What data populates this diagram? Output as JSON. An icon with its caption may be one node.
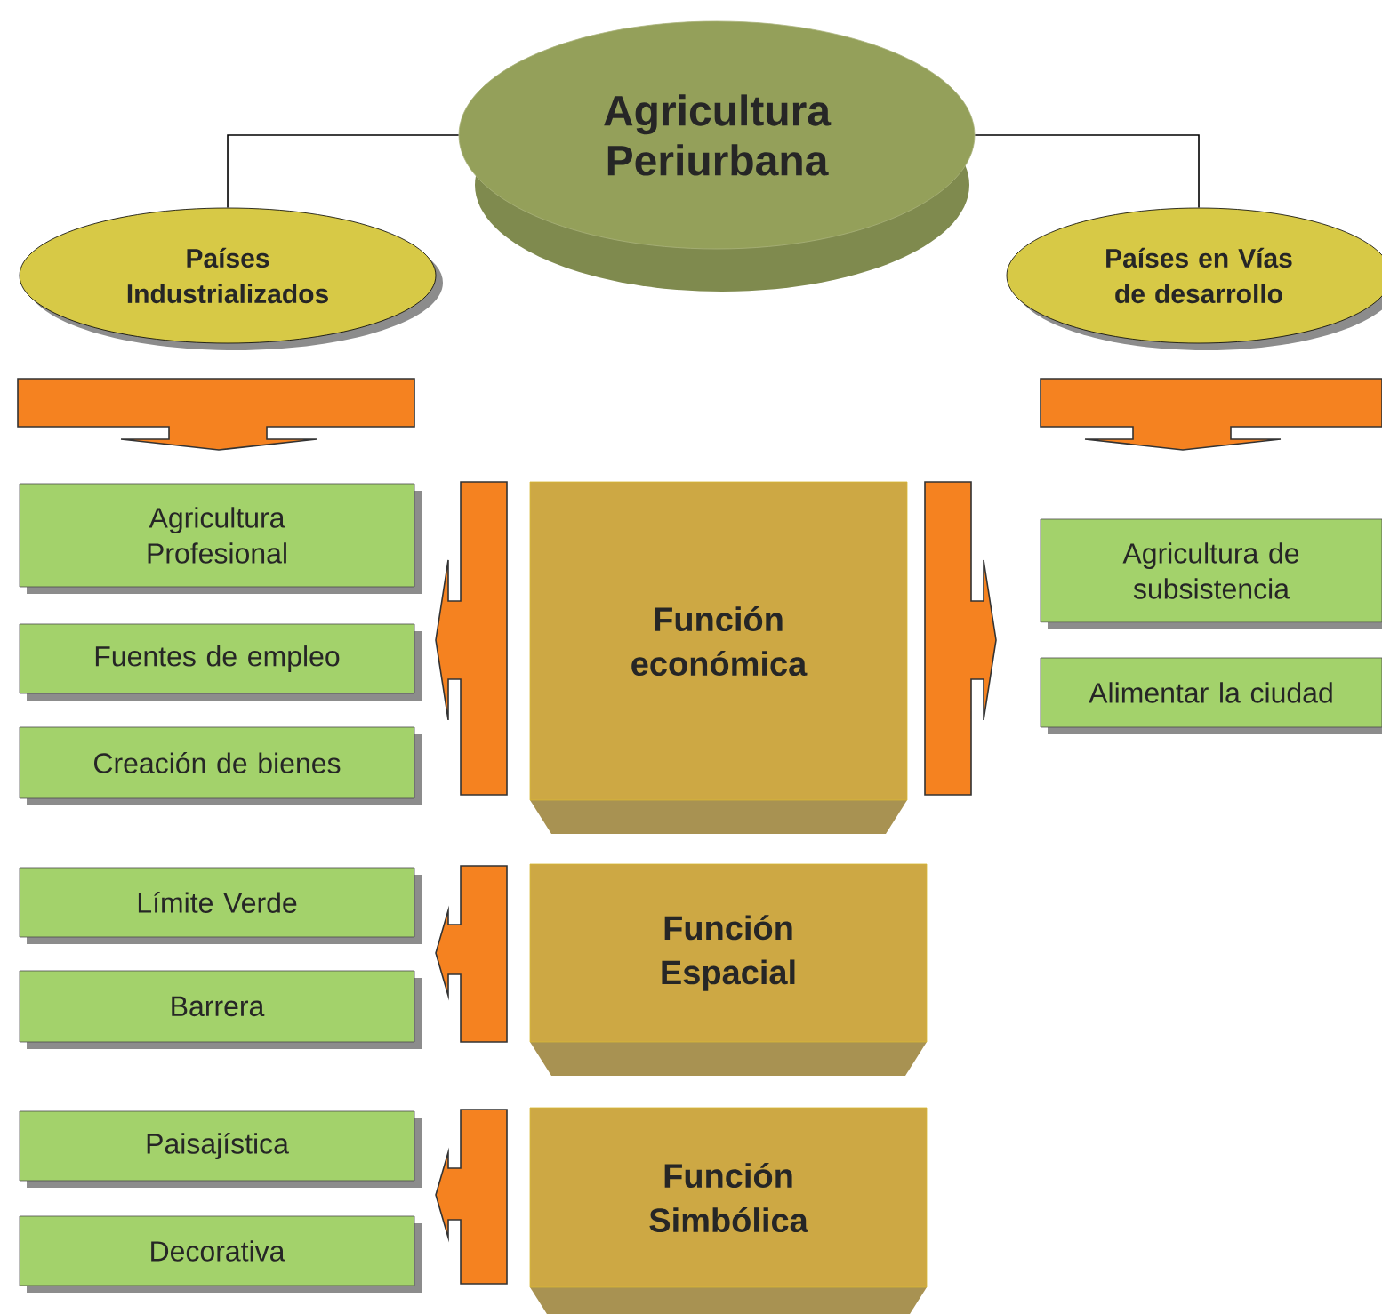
{
  "diagram": {
    "nodes": [
      {
        "text": [
          "Agricultura Periurbana"
        ]
      },
      {
        "text": [
          "Países Industrializados"
        ]
      },
      {
        "text": [
          "Países en Vías de desarrollo"
        ]
      },
      {
        "text": [
          "Agricultura Profesional"
        ]
      },
      {
        "text": [
          "Fuentes de empleo"
        ]
      },
      {
        "text": [
          "Creación de bienes"
        ]
      },
      {
        "text": [
          "Función económica"
        ]
      },
      {
        "text": [
          "Agricultura de subsistencia"
        ]
      },
      {
        "text": [
          "Alimentar la ciudad"
        ]
      },
      {
        "text": [
          "Límite Verde"
        ]
      },
      {
        "text": [
          "Barrera"
        ]
      },
      {
        "text": [
          "Función Espacial"
        ]
      },
      {
        "text": [
          "Paisajística"
        ]
      },
      {
        "text": [
          "Decorativa"
        ]
      },
      {
        "text": [
          "Función Simbólica"
        ]
      }
    ],
    "edges": [
      {
        "from": 0,
        "to": 1,
        "arrow": "none"
      },
      {
        "from": 0,
        "to": 2,
        "arrow": "none"
      },
      {
        "from": 1,
        "to": null,
        "arrow": "to"
      },
      {
        "from": 2,
        "to": null,
        "arrow": "to"
      },
      {
        "from": 6,
        "to": null,
        "arrow": "to"
      },
      {
        "from": 6,
        "to": null,
        "arrow": "to"
      },
      {
        "from": 11,
        "to": null,
        "arrow": "to"
      },
      {
        "from": 14,
        "to": null,
        "arrow": "to"
      }
    ]
  }
}
